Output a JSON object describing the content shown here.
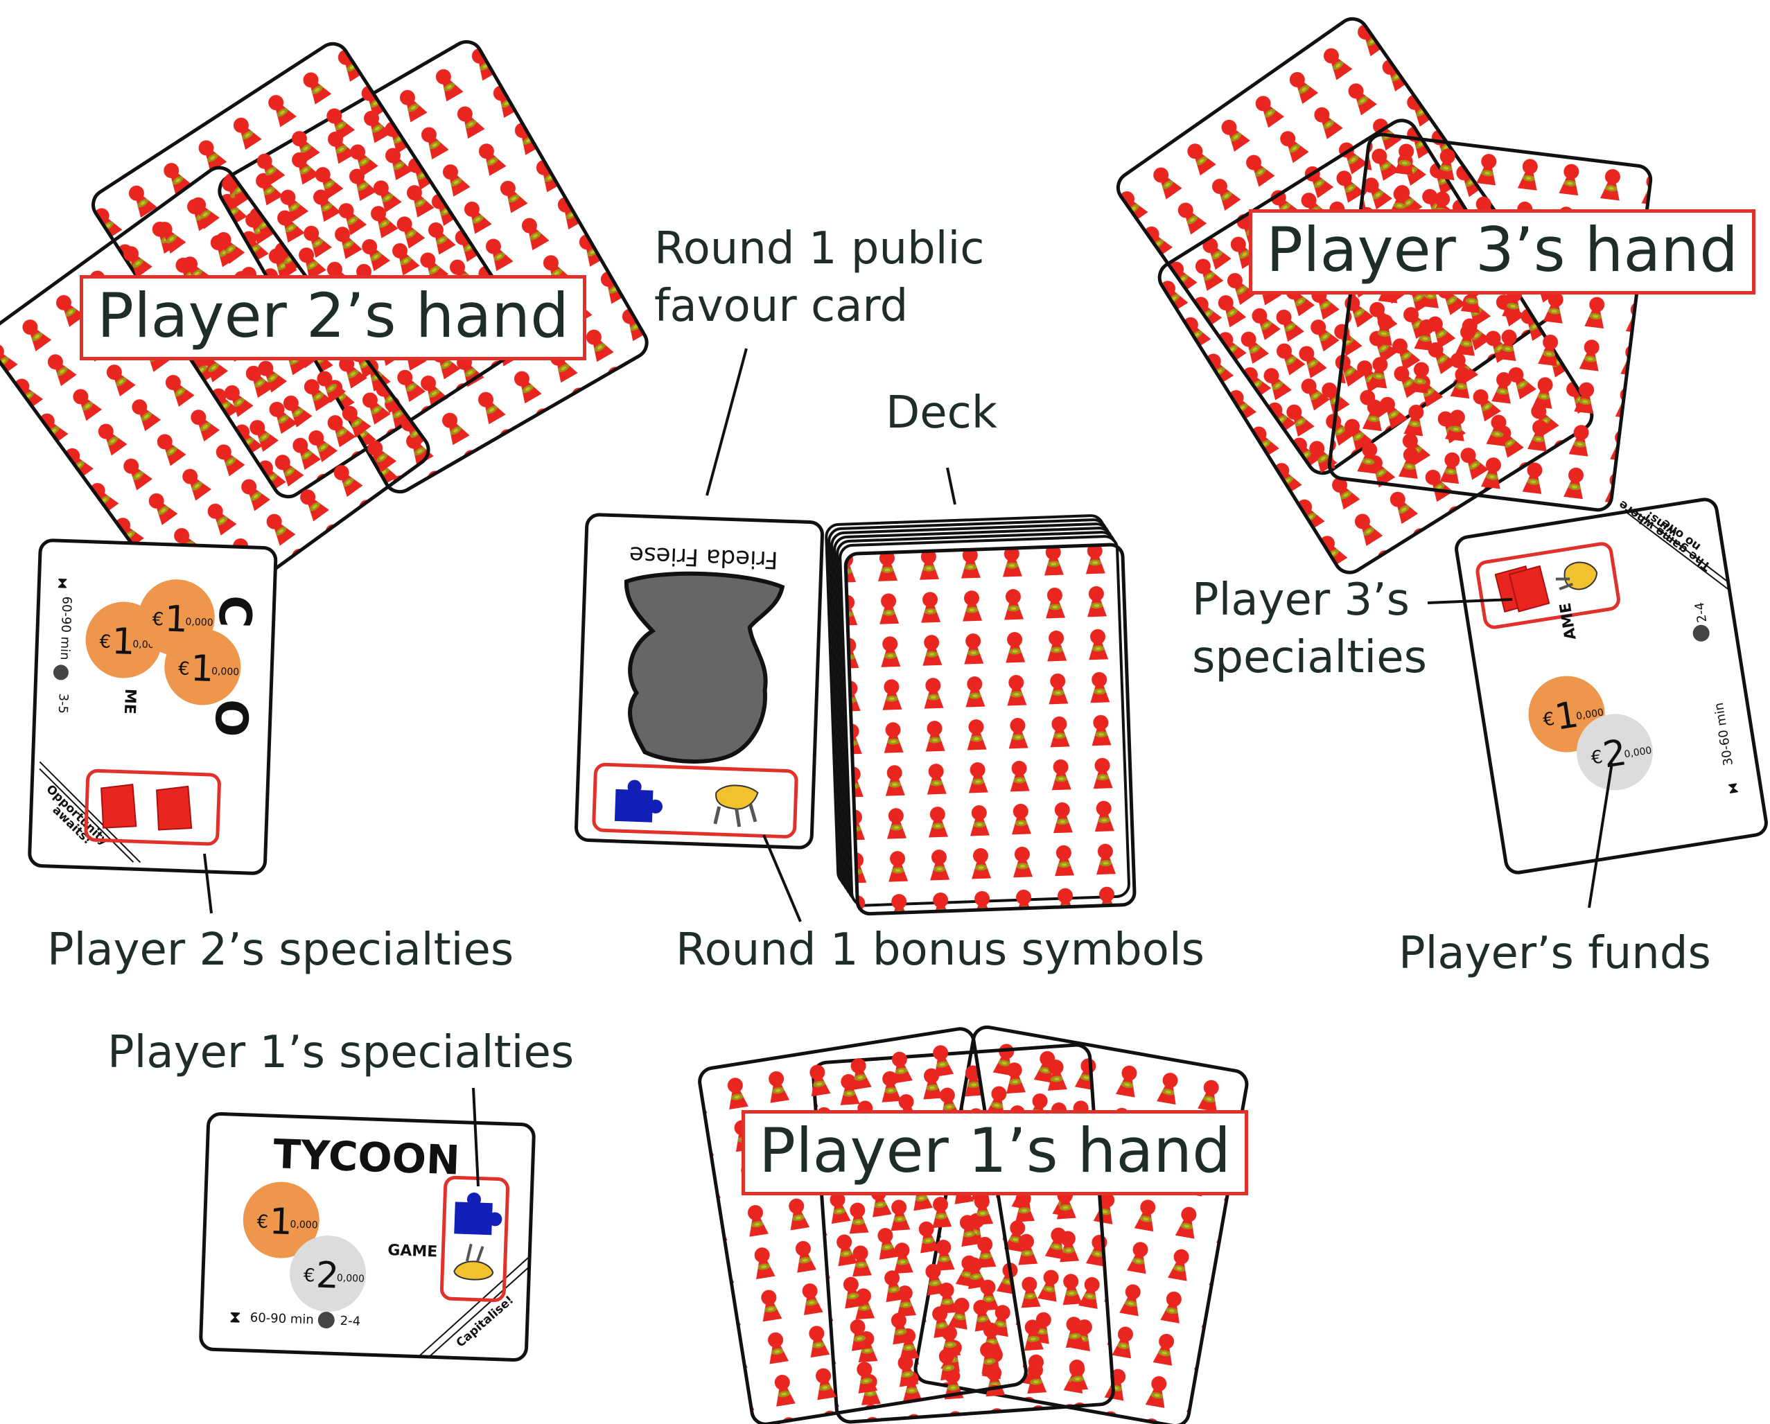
{
  "hands": {
    "player2": "Player 2’s hand",
    "player3": "Player 3’s hand",
    "player1": "Player 1’s hand"
  },
  "labels": {
    "round1_favour": "Round 1 public\nfavour card",
    "deck": "Deck",
    "player3_specialties": "Player 3’s\nspecialties",
    "player2_specialties": "Player 2’s specialties",
    "round1_bonus": "Round 1 bonus symbols",
    "players_funds": "Player’s funds",
    "player1_specialties": "Player 1’s specialties"
  },
  "favour_card": {
    "name": "Frieda Friese"
  },
  "player1_card": {
    "title": "TYCOON",
    "subtitle": "GAME",
    "time": "60-90 min",
    "players": "2-4",
    "slogan": "Capitalise!",
    "coin1_currency": "€",
    "coin1_big": "1",
    "coin1_small": "0,000",
    "coin2_currency": "€",
    "coin2_big": "2",
    "coin2_small": "0,000"
  },
  "player2_card": {
    "time": "60-90 min",
    "players": "3-5",
    "subtitle": "ME",
    "slogan_line1": "Opportunity",
    "slogan_line2": "awaits!",
    "coin_currency": "€",
    "coin_big": "1",
    "coin_small": "0,000"
  },
  "player3_card": {
    "subtitle": "AME",
    "time": "30-60 min",
    "players": "2-4",
    "slogan_line1": "The game where",
    "slogan_line2": "no one",
    "slogan_line3": "wins!",
    "coin1_currency": "€",
    "coin1_big": "1",
    "coin1_small": "0,000",
    "coin2_currency": "€",
    "coin2_big": "2",
    "coin2_small": "0,000"
  },
  "colors": {
    "accent_red": "#e0322b",
    "pawn_red": "#e8261f",
    "coin_orange": "#ee964b",
    "coin_grey": "#dcdcdc",
    "text": "#1f2d2a",
    "silhouette": "#666666",
    "puzzle_blue": "#1320b8",
    "figure_yellow": "#f2c12e"
  }
}
